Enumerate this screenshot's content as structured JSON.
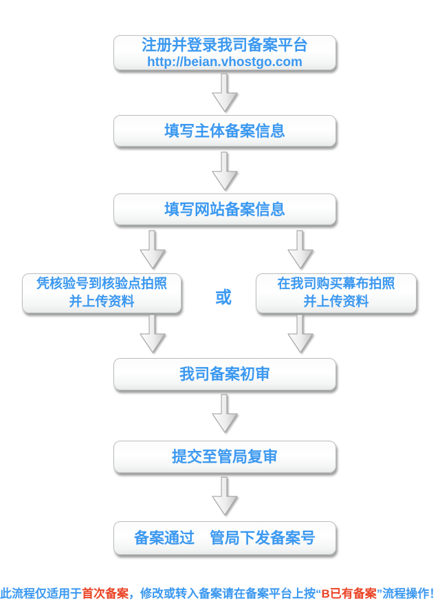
{
  "colors": {
    "blue": "#3b98f0",
    "red": "#ea4325"
  },
  "flow": {
    "step_register": {
      "title": "注册并登录我司备案平台",
      "url": "http://beian.vhostgo.com"
    },
    "step_subject_info": {
      "title": "填写主体备案信息"
    },
    "step_site_info": {
      "title": "填写网站备案信息"
    },
    "branch_verify_point": {
      "line1": "凭核验号到核验点拍照",
      "line2": "并上传资料"
    },
    "branch_buy_curtain": {
      "line1": "在我司购买幕布拍照",
      "line2": "并上传资料"
    },
    "or_label": "或",
    "step_initial_review": {
      "title": "我司备案初审"
    },
    "step_bureau_review": {
      "title": "提交至管局复审"
    },
    "step_approved": {
      "title": "备案通过　管局下发备案号"
    }
  },
  "footer": {
    "seg1": "此流程仅适用于",
    "seg2_highlight": "首次备案",
    "seg3": "，修改或转入备案请在备案平台上按“",
    "seg4_highlight": "B已有备案",
    "seg5": "”流程操作！"
  }
}
